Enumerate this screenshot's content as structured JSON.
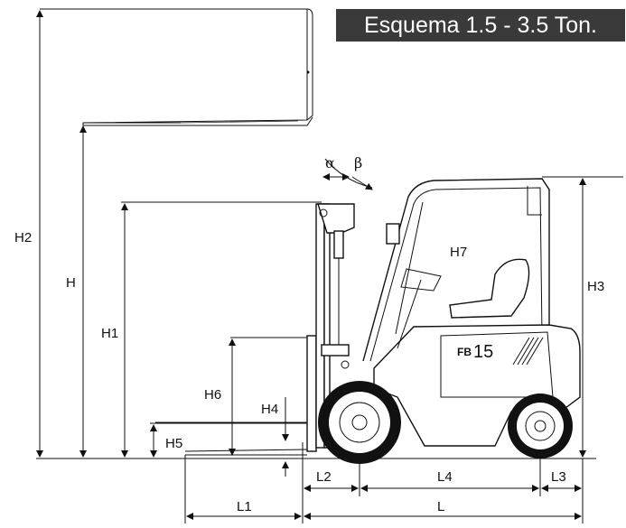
{
  "title": "Esquema 1.5 - 3.5 Ton.",
  "model_badge": {
    "prefix": "FB",
    "number": "15"
  },
  "angles": {
    "alpha": "α",
    "beta": "β"
  },
  "dimensions": {
    "H2": "H2",
    "H": "H",
    "H1": "H1",
    "H3": "H3",
    "H4": "H4",
    "H5": "H5",
    "H6": "H6",
    "H7": "H7",
    "L": "L",
    "L1": "L1",
    "L2": "L2",
    "L3": "L3",
    "L4": "L4"
  },
  "icons": [
    "forklift-drawing",
    "front-wheel-icon",
    "rear-wheel-icon",
    "fork-icon",
    "mast-icon"
  ]
}
